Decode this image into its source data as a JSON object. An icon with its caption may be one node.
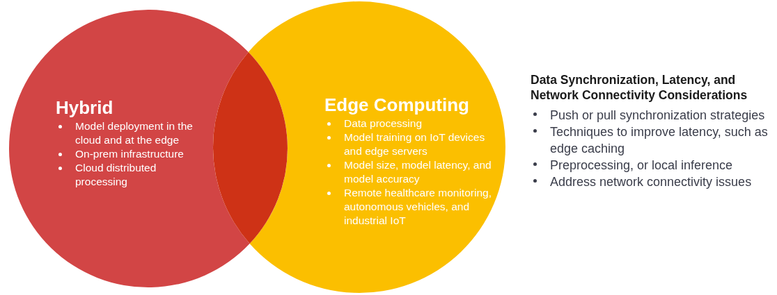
{
  "diagram": {
    "nodes": [
      {
        "text": [
          "Hybrid",
          "Model deployment in the cloud and at the edge",
          "On-prem infrastructure",
          "Cloud distributed processing"
        ]
      },
      {
        "text": [
          "Edge Computing",
          "Data processing",
          "Model training on IoT devices and edge servers",
          "Model size, model latency, and model accuracy",
          "Remote healthcare monitoring, autonomous vehicles, and industrial IoT"
        ]
      },
      {
        "text": [],
        "shape": "lens"
      }
    ],
    "labels": [
      "Data Synchronization, Latency, and Network Connectivity Considerations",
      "Push or pull synchronization strategies",
      "Techniques to improve latency, such as edge caching",
      "Preprocessing, or local inference",
      "Address network connectivity issues"
    ]
  }
}
